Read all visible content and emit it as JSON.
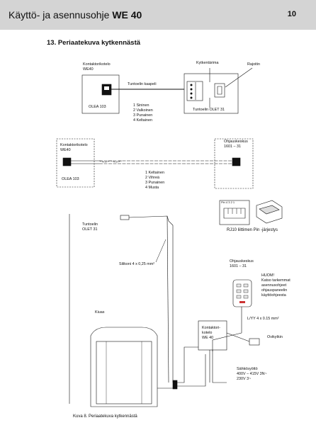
{
  "header": {
    "title_prefix": "Käyttö- ja asennusohje",
    "title_model": "WE 40",
    "page_number": "10"
  },
  "section": {
    "title": "13.  Periaatekuva kytkennästä"
  },
  "diagram1": {
    "box_left_label_1": "Kontaktorikotelo",
    "box_left_label_2": "WE40",
    "box_left_name": "OLEA 103",
    "sensor_name": "Tuntoelin OLET 31",
    "terminal_label": "Kytkentärima",
    "limiter_label": "Rajoitin",
    "cable_label": "Tuntoelin kaapeli",
    "wires": [
      "1   Sininen",
      "2   Valkoinen",
      "3   Punainen",
      "4   Keltainen"
    ]
  },
  "diagram2": {
    "box_left_label_1": "Kontaktorikotelo",
    "box_left_label_2": "WE40",
    "box_left_name": "OLEA 103",
    "box_right_label_1": "Ohjauskeskus",
    "box_right_label_2": "1601 – 31",
    "wires": [
      "1  Keltainen",
      "2  Vihreä",
      "3  Punainen",
      "4  Musta"
    ]
  },
  "diagram3": {
    "rj10_caption": "RJ10 liittimen Pin -järjestys",
    "pins_label": "Pin   4  3  2  1",
    "sensor_label_1": "Tuntoelin",
    "sensor_label_2": "OLET 31",
    "cable_label": "Silikoni 4 x 0,25 mm²",
    "panel_label_1": "Ohjauskeskus",
    "panel_label_2": "1601 – 31",
    "note": [
      "HUOM!",
      "Katso tarkemmat",
      "asennusohjeet",
      "ohjauspaneelin",
      "käyttöohjeesta"
    ],
    "heater_label": "Kiuas",
    "contactor_label": [
      "Kontaktori-",
      "kotelo",
      "WE 40"
    ],
    "lyy_label": "L/YY 4 x 0.15 mm²",
    "door_switch_label": "Ovikytkin",
    "supply": [
      "Sähkösyöttö",
      "400V – 415V 3N~",
      "230V 3~"
    ],
    "figure_caption": "Kuva 8. Periaatekuva kytkennästä"
  }
}
